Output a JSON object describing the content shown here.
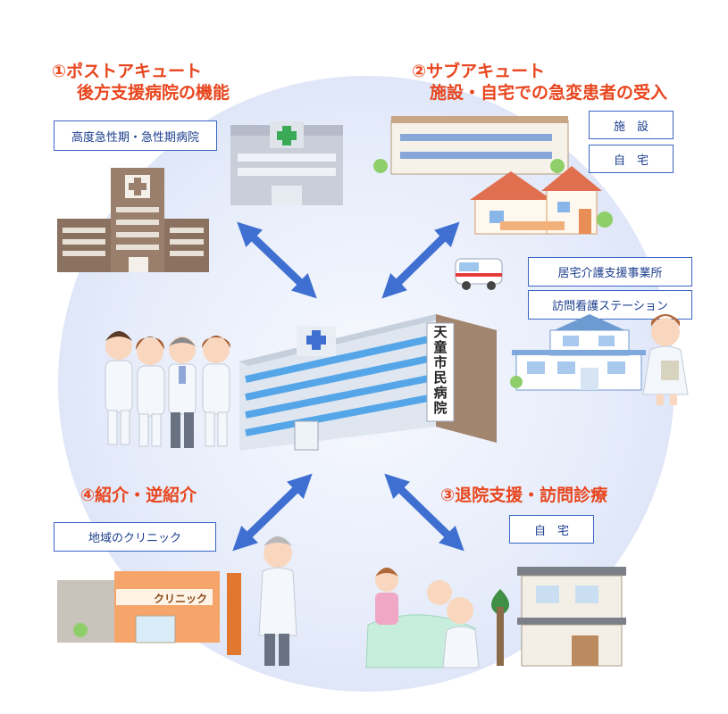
{
  "center": {
    "hospital_sign": [
      "天",
      "童",
      "市",
      "民",
      "病",
      "院"
    ]
  },
  "sections": {
    "post_acute": {
      "title_line1": "①ポストアキュート",
      "title_line2": "後方支援病院の機能",
      "tags": [
        "高度急性期・急性期病院"
      ]
    },
    "sub_acute": {
      "title_line1": "②サブアキュート",
      "title_line2": "施設・自宅での急変患者の受入",
      "tags": [
        "施　設",
        "自　宅"
      ]
    },
    "home_care": {
      "tags": [
        "居宅介護支援事業所",
        "訪問看護ステーション"
      ]
    },
    "discharge": {
      "title_line1": "③退院支援・訪問診療",
      "tags": [
        "自　宅"
      ]
    },
    "referral": {
      "title_line1": "④紹介・逆紹介",
      "tags": [
        "地域のクリニック"
      ]
    }
  },
  "clinic_sign": "クリニック",
  "colors": {
    "title": "#e8461e",
    "arrow": "#3f6fd1",
    "tag_border": "#3a66c4"
  }
}
